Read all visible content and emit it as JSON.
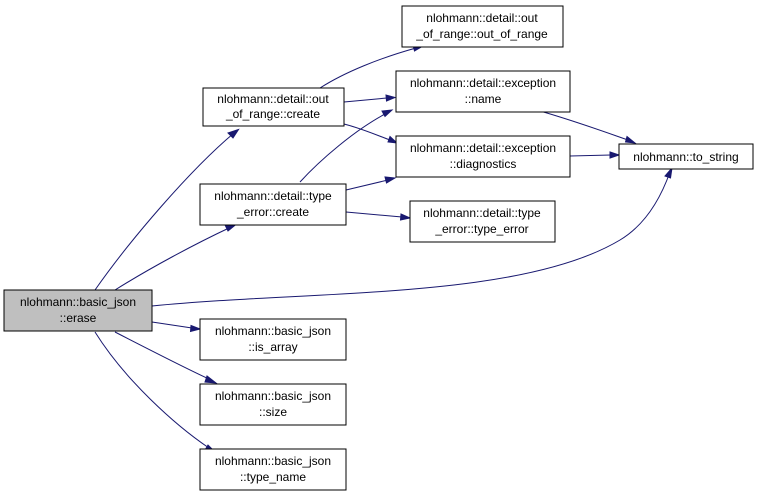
{
  "diagram": {
    "colors": {
      "edge": "#191970",
      "root_fill": "#bfbfbf",
      "node_fill": "#ffffff",
      "border": "#000000"
    },
    "nodes": {
      "erase": {
        "line1": "nlohmann::basic_json",
        "line2": "::erase"
      },
      "oor_create": {
        "line1": "nlohmann::detail::out",
        "line2": "_of_range::create"
      },
      "te_create": {
        "line1": "nlohmann::detail::type",
        "line2": "_error::create"
      },
      "oor_ctor": {
        "line1": "nlohmann::detail::out",
        "line2": "_of_range::out_of_range"
      },
      "exc_name": {
        "line1": "nlohmann::detail::exception",
        "line2": "::name"
      },
      "exc_diag": {
        "line1": "nlohmann::detail::exception",
        "line2": "::diagnostics"
      },
      "te_ctor": {
        "line1": "nlohmann::detail::type",
        "line2": "_error::type_error"
      },
      "to_string": {
        "line1": "nlohmann::to_string",
        "line2": ""
      },
      "is_array": {
        "line1": "nlohmann::basic_json",
        "line2": "::is_array"
      },
      "size": {
        "line1": "nlohmann::basic_json",
        "line2": "::size"
      },
      "type_name": {
        "line1": "nlohmann::basic_json",
        "line2": "::type_name"
      }
    },
    "edges": [
      [
        "erase",
        "oor_create"
      ],
      [
        "erase",
        "te_create"
      ],
      [
        "erase",
        "to_string"
      ],
      [
        "erase",
        "is_array"
      ],
      [
        "erase",
        "size"
      ],
      [
        "erase",
        "type_name"
      ],
      [
        "oor_create",
        "oor_ctor"
      ],
      [
        "oor_create",
        "exc_name"
      ],
      [
        "oor_create",
        "exc_diag"
      ],
      [
        "te_create",
        "exc_name"
      ],
      [
        "te_create",
        "exc_diag"
      ],
      [
        "te_create",
        "te_ctor"
      ],
      [
        "exc_name",
        "to_string"
      ],
      [
        "exc_diag",
        "to_string"
      ]
    ]
  }
}
